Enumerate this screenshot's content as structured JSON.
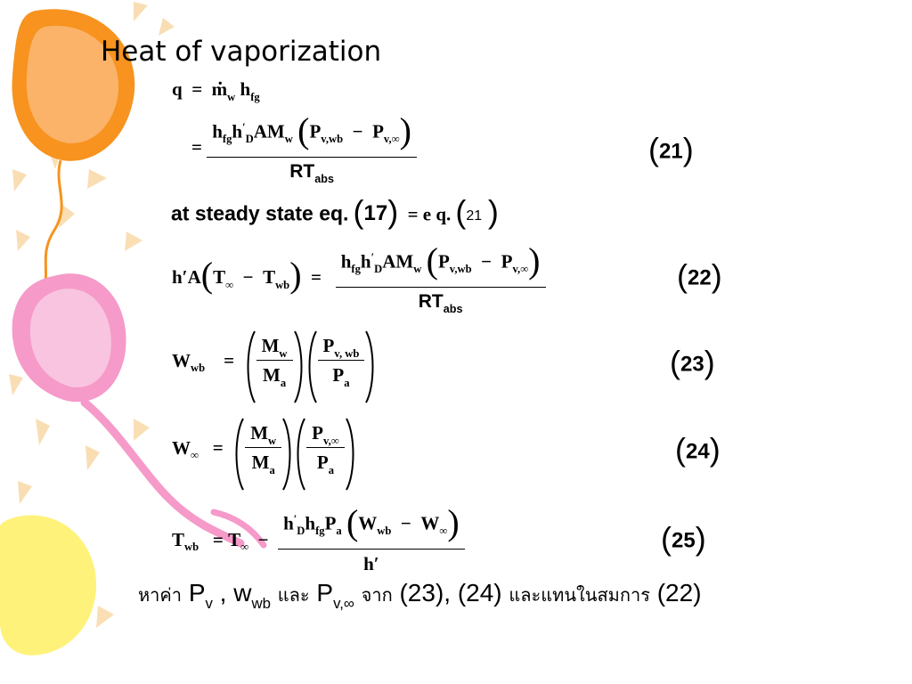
{
  "title": "Heat of vaporization",
  "eq20": {
    "lhs": "q",
    "rhs_m": "m",
    "rhs_m_sub": "w",
    "rhs_h": "h",
    "rhs_h_sub": "fg"
  },
  "eq21": {
    "num_a": "h",
    "num_a_sub": "fg",
    "num_b": "h",
    "num_b_sup": "′",
    "num_b_sub": "D",
    "num_c": "AM",
    "num_c_sub": "w",
    "p1": "P",
    "p1_sub": "v,wb",
    "p2": "P",
    "p2_sub": "v,∞",
    "den": "RT",
    "den_sub": "abs",
    "number": "21"
  },
  "steady": {
    "text": "at steady  state  eq.",
    "n1": "17",
    "eq": "e q.",
    "n2": "21"
  },
  "eq22": {
    "lhs_h": "h′A",
    "t1": "T",
    "t1_sub": "∞",
    "t2": "T",
    "t2_sub": "wb",
    "num_a": "h",
    "num_a_sub": "fg",
    "num_b": "h",
    "num_b_sup": "′",
    "num_b_sub": "D",
    "num_c": "AM",
    "num_c_sub": "w",
    "p1": "P",
    "p1_sub": "v,wb",
    "p2": "P",
    "p2_sub": "v,∞",
    "den": "RT",
    "den_sub": "abs",
    "number": "22"
  },
  "eq23": {
    "lhs": "W",
    "lhs_sub": "wb",
    "m_num": "M",
    "m_num_sub": "w",
    "m_den": "M",
    "m_den_sub": "a",
    "p_num": "P",
    "p_num_sub": "v, wb",
    "p_den": "P",
    "p_den_sub": "a",
    "number": "23"
  },
  "eq24": {
    "lhs": "W",
    "lhs_sub": "∞",
    "m_num": "M",
    "m_num_sub": "w",
    "m_den": "M",
    "m_den_sub": "a",
    "p_num": "P",
    "p_num_sub": "v,∞",
    "p_den": "P",
    "p_den_sub": "a",
    "number": "24"
  },
  "eq25": {
    "lhs": "T",
    "lhs_sub": "wb",
    "t": "T",
    "t_sub": "∞",
    "num_a": "h",
    "num_a_sup": "′",
    "num_a_sub": "D",
    "num_b": "h",
    "num_b_sub": "fg",
    "num_c": "P",
    "num_c_sub": "a",
    "w1": "W",
    "w1_sub": "wb",
    "w2": "W",
    "w2_sub": "∞",
    "den": "h′",
    "number": "25"
  },
  "footer": {
    "find": "หาค่า",
    "pv": "P",
    "pv_sub": "v",
    "comma1": ",",
    "w": "w",
    "w_sub": "wb",
    "and1": "และ",
    "pvinf": "P",
    "pvinf_sub": "v,∞",
    "from": "จาก",
    "refs": "(23), (24)",
    "and2": "และแทนในสมการ",
    "ref22": "(22)"
  },
  "colors": {
    "orange": "#f7931e",
    "orange_light": "#fbb36a",
    "pink": "#f59ac9",
    "pink_light": "#f9c4df",
    "yellow": "#fff27a",
    "ray": "#f9d9a8"
  }
}
